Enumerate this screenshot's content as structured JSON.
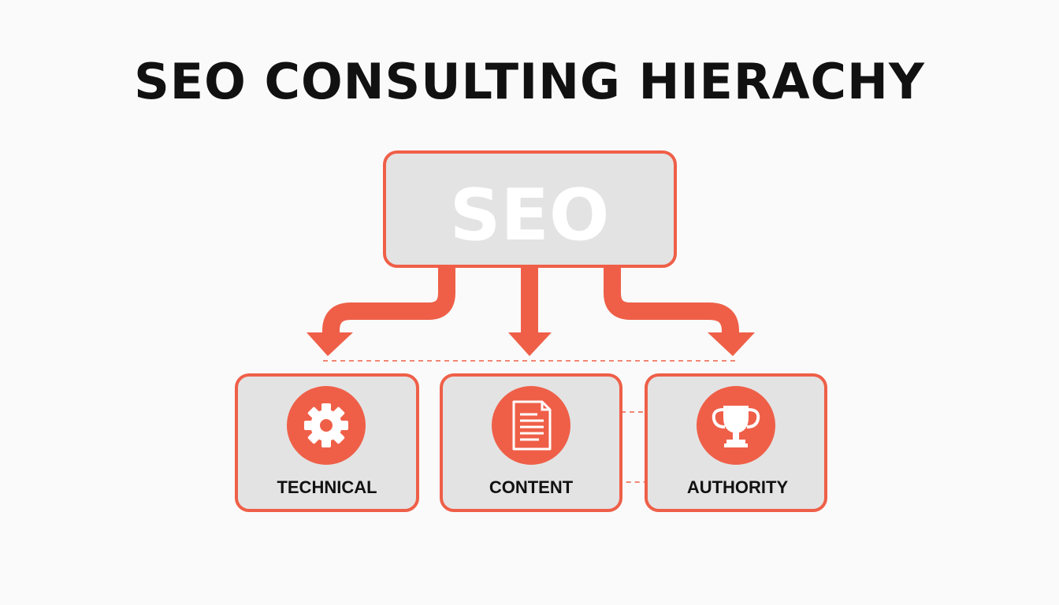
{
  "title": "SEO CONSULTING HIERACHY",
  "root": {
    "label": "SEO"
  },
  "children": [
    {
      "label": "TECHNICAL",
      "icon": "gear-icon"
    },
    {
      "label": "CONTENT",
      "icon": "document-icon"
    },
    {
      "label": "AUTHORITY",
      "icon": "trophy-icon"
    }
  ],
  "colors": {
    "accent": "#ef5f48",
    "box_fill": "#e3e3e3",
    "text": "#111111",
    "background": "#fafafa"
  }
}
